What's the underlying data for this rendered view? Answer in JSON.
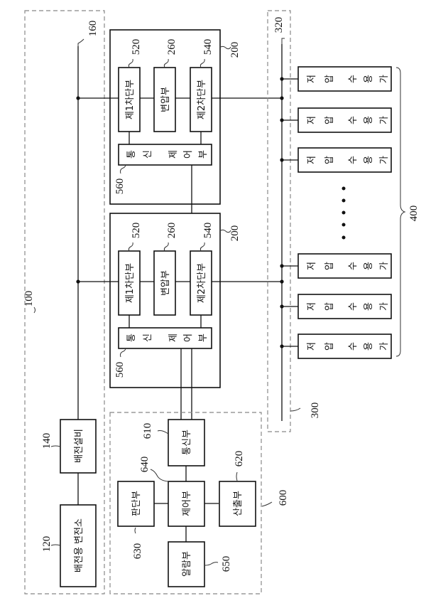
{
  "refs": {
    "system": "100",
    "substation": "120",
    "distribution_equipment": "140",
    "line": "160",
    "switch_device_upper": "200",
    "switch_device_lower": "200",
    "transformer": "260",
    "lv_network": "300",
    "lv_bus": "320",
    "consumers": "400",
    "first_breaker": "520",
    "second_breaker": "540",
    "comm_controller": "560",
    "monitor": "600",
    "comm_unit": "610",
    "calc_unit": "620",
    "judge_unit": "630",
    "control_unit": "640",
    "alarm_unit": "650"
  },
  "labels": {
    "substation": "배전용 변전소",
    "distribution_equipment": "배전설비",
    "first_breaker": "제1차단부",
    "transformer": "변압부",
    "second_breaker": "제2차단부",
    "comm_controller": [
      "통",
      "신",
      "제",
      "어",
      "부"
    ],
    "comm_unit": "통신부",
    "control_unit": "제어부",
    "judge_unit": "판단부",
    "calc_unit": "산출부",
    "alarm_unit": "알람부"
  },
  "consumers": [
    [
      "저",
      "압",
      "수",
      "용",
      "가"
    ],
    [
      "저",
      "압",
      "수",
      "용",
      "가"
    ],
    [
      "저",
      "압",
      "수",
      "용",
      "가"
    ],
    [
      "저",
      "압",
      "수",
      "용",
      "가"
    ],
    [
      "저",
      "압",
      "수",
      "용",
      "가"
    ],
    [
      "저",
      "압",
      "수",
      "용",
      "가"
    ]
  ]
}
